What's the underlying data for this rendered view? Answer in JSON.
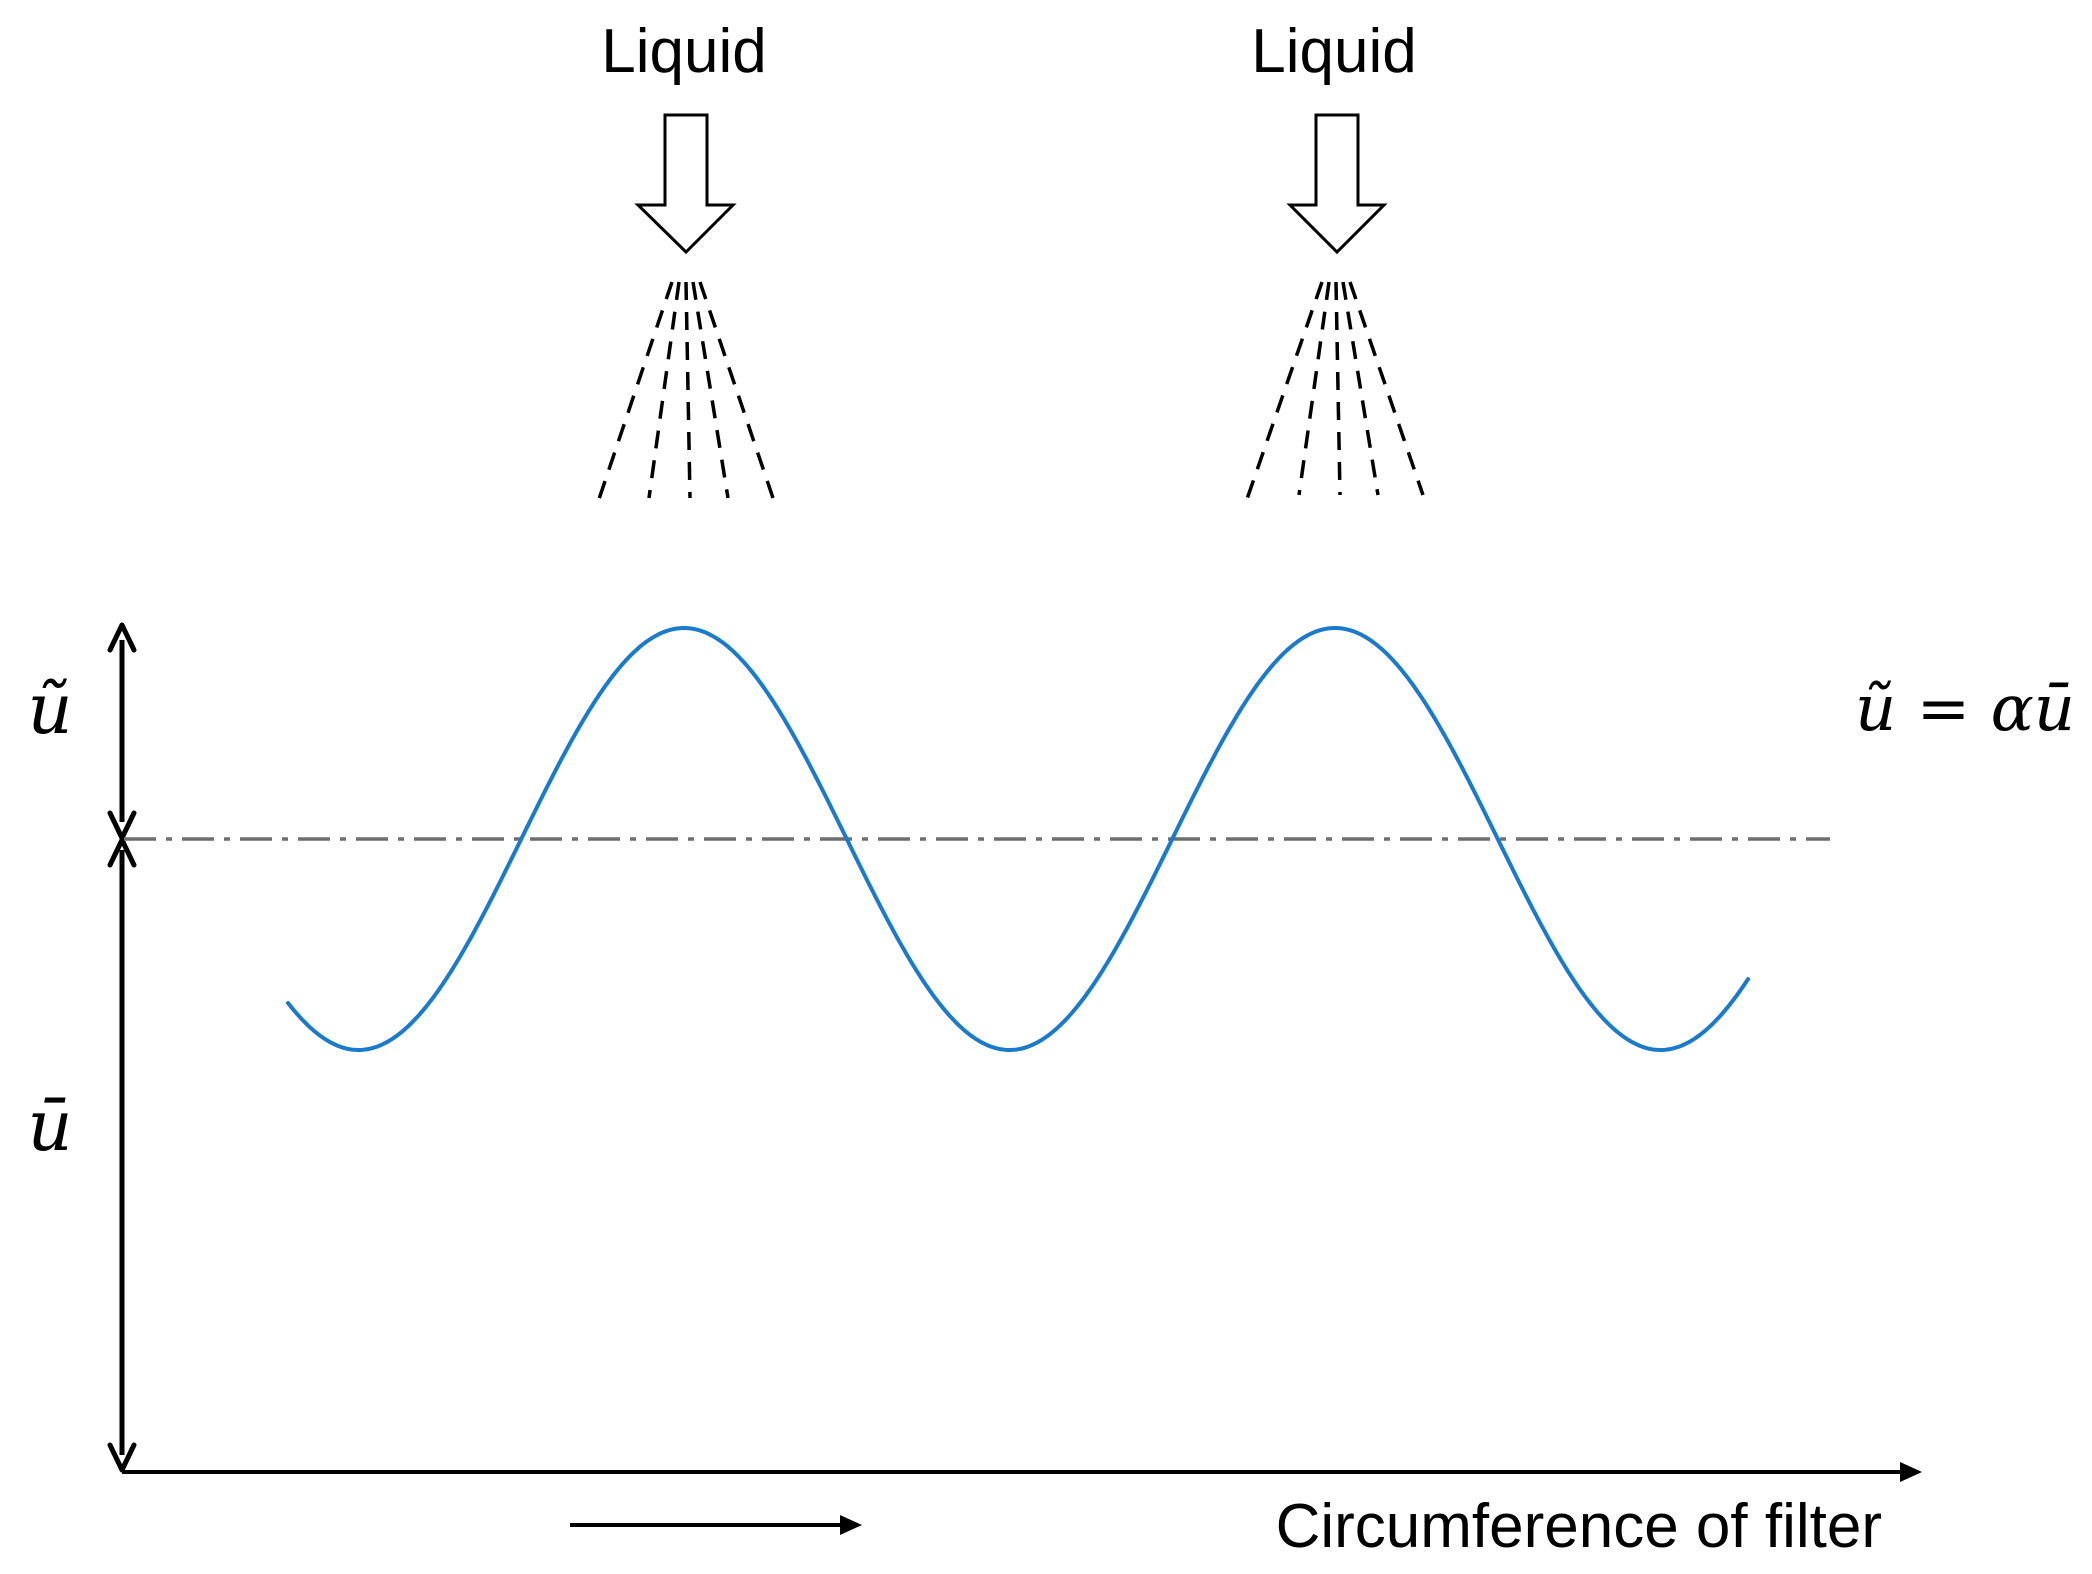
{
  "liquid_labels": [
    "Liquid",
    "Liquid"
  ],
  "u_tilde_label": "ũ",
  "u_bar_label": "ū",
  "equation_label": "ũ = αū",
  "x_axis_label": "Circumference of filter",
  "colors": {
    "wave": "#1a7acb",
    "mean_line": "#6e6e6e",
    "ink": "#000000"
  }
}
